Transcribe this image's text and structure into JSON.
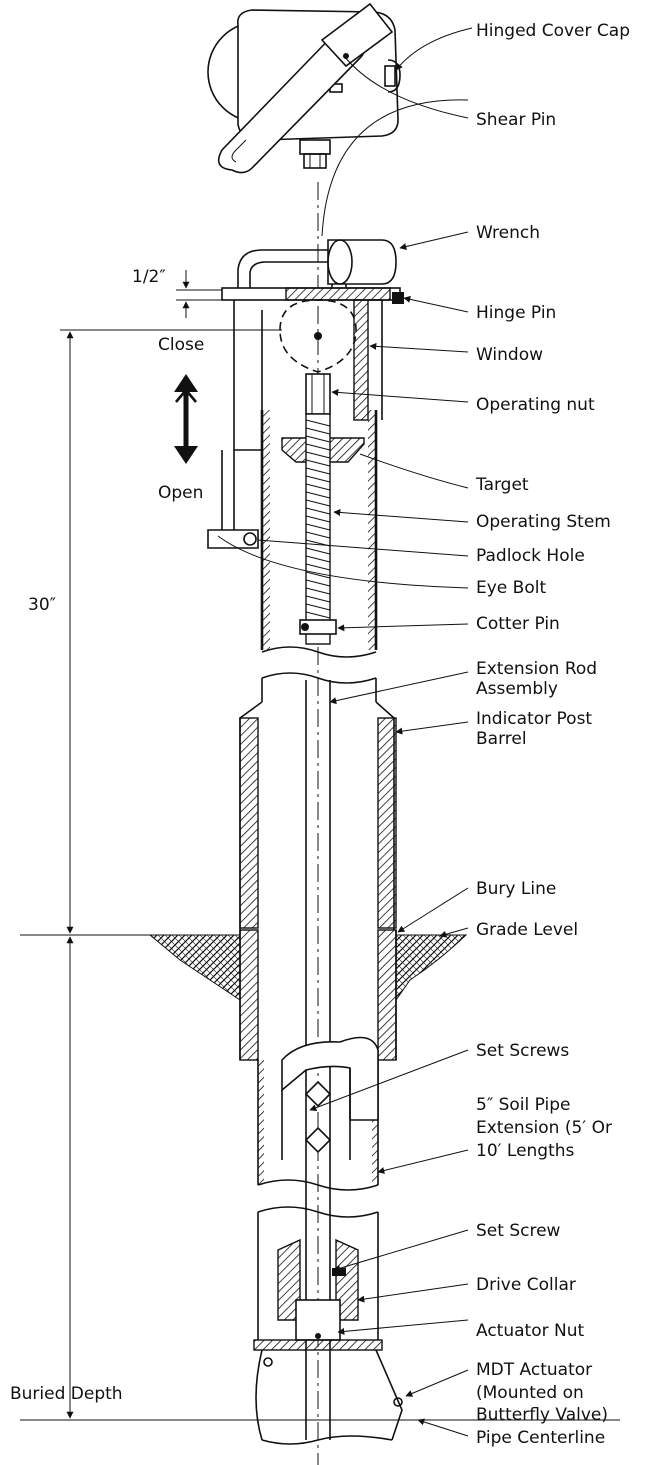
{
  "diagram": {
    "labels": {
      "hinged_cover_cap": "Hinged Cover Cap",
      "shear_pin": "Shear Pin",
      "wrench": "Wrench",
      "hinge_pin": "Hinge Pin",
      "window": "Window",
      "operating_nut": "Operating nut",
      "target": "Target",
      "operating_stem": "Operating Stem",
      "padlock_hole": "Padlock Hole",
      "eye_bolt": "Eye Bolt",
      "cotter_pin": "Cotter Pin",
      "extension_rod_1": "Extension Rod",
      "extension_rod_2": "Assembly",
      "indicator_post_1": "Indicator Post",
      "indicator_post_2": "Barrel",
      "bury_line": "Bury Line",
      "grade_level": "Grade Level",
      "set_screws": "Set Screws",
      "soil_pipe_1": "5″ Soil Pipe",
      "soil_pipe_2": "Extension (5′ Or",
      "soil_pipe_3": "10′ Lengths",
      "set_screw": "Set Screw",
      "drive_collar": "Drive Collar",
      "actuator_nut": "Actuator Nut",
      "mdt_actuator_1": "MDT Actuator",
      "mdt_actuator_2": "(Mounted on",
      "mdt_actuator_3": "Butterfly Valve)",
      "pipe_centerline": "Pipe Centerline"
    },
    "dimensions": {
      "half_inch": "1/2″",
      "close": "Close",
      "open": "Open",
      "thirty_inch": "30″",
      "buried_depth": "Buried Depth"
    }
  }
}
